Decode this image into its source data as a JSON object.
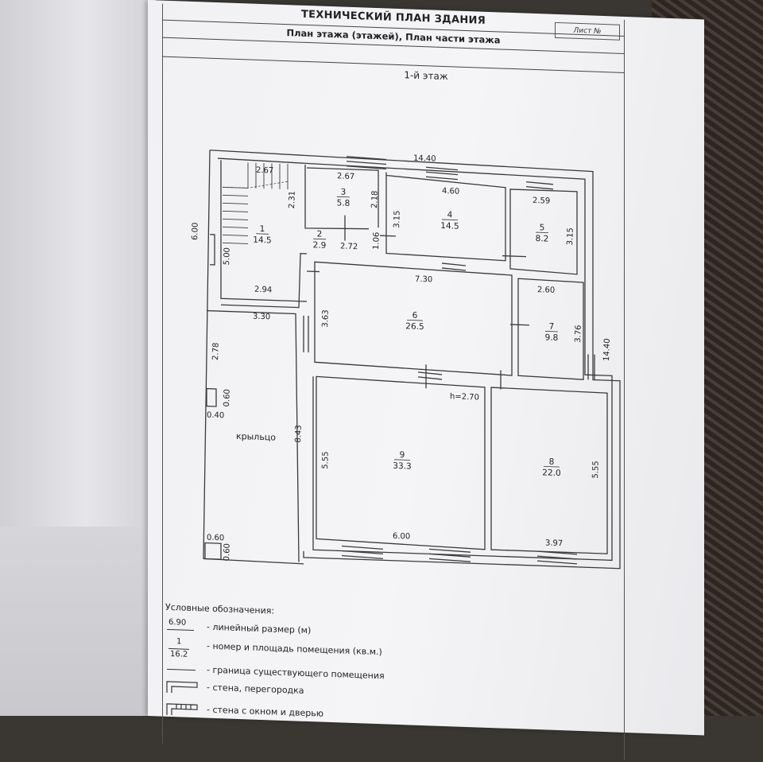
{
  "document": {
    "title": "ТЕХНИЧЕСКИЙ ПЛАН ЗДАНИЯ",
    "subtitle": "План этажа (этажей), План части этажа",
    "sheet_label": "Лист №",
    "floor": "1-й этаж"
  },
  "rooms": [
    {
      "num": "1",
      "area": "14.5"
    },
    {
      "num": "2",
      "area": "2.9"
    },
    {
      "num": "3",
      "area": "5.8"
    },
    {
      "num": "4",
      "area": "14.5"
    },
    {
      "num": "5",
      "area": "8.2"
    },
    {
      "num": "6",
      "area": "26.5"
    },
    {
      "num": "7",
      "area": "9.8"
    },
    {
      "num": "8",
      "area": "22.0"
    },
    {
      "num": "9",
      "area": "33.3"
    }
  ],
  "dimensions": {
    "top_total": "14.40",
    "right_total": "14.40",
    "left_total": "6.00",
    "stair_top": "2.67",
    "stair_side": "2.31",
    "r1_side": "5.00",
    "r1_bottom": "2.94",
    "r1_outer": "3.30",
    "r2_width": "2.72",
    "r2_side": "1.06",
    "r3_top": "2.67",
    "r3_side": "2.18",
    "r4_top": "4.60",
    "r4_side": "3.15",
    "r5_top": "2.59",
    "r5_side": "3.15",
    "r6_top": "7.30",
    "r6_side": "3.63",
    "r7_top": "2.60",
    "r7_side": "3.76",
    "height": "h=2.70",
    "r9_side": "5.55",
    "r9_bottom": "6.00",
    "r8_side": "5.55",
    "r8_bottom": "3.97",
    "porch_side": "2.78",
    "porch_total": "8.43",
    "pillar_h": "0.60",
    "pillar_w": "0.40",
    "pillar2_w": "0.60",
    "pillar2_h": "0.60"
  },
  "porch_label": "крыльцо",
  "legend": {
    "title": "Условные обозначения:",
    "items": [
      {
        "sample_top": "6.90",
        "text": "- линейный размер (м)"
      },
      {
        "sample_top": "1",
        "sample_bottom": "16.2",
        "text": "- номер и площадь помещения (кв.м.)"
      },
      {
        "text": "- граница существующего помещения"
      },
      {
        "text": "- стена, перегородка"
      },
      {
        "text": "- стена с окном и дверью"
      }
    ]
  },
  "colors": {
    "line": "#3a3a3a",
    "paper": "#f3f3f5",
    "background": "#3a3632"
  }
}
